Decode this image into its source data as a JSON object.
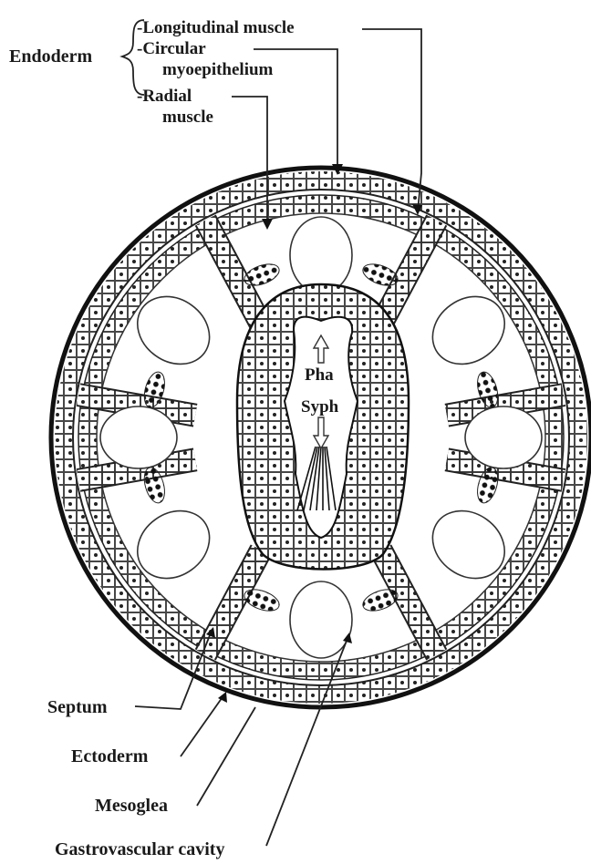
{
  "labels": {
    "endoderm": "Endoderm",
    "longitudinal_muscle": "-Longitudinal muscle",
    "circular": "-Circular",
    "myoepithelium": "myoepithelium",
    "radial": "-Radial",
    "muscle": "muscle",
    "pha": "Pha",
    "syph": "Syph",
    "septum": "Septum",
    "ectoderm": "Ectoderm",
    "mesoglea": "Mesoglea",
    "gastrovascular_cavity": "Gastrovascular cavity"
  }
}
